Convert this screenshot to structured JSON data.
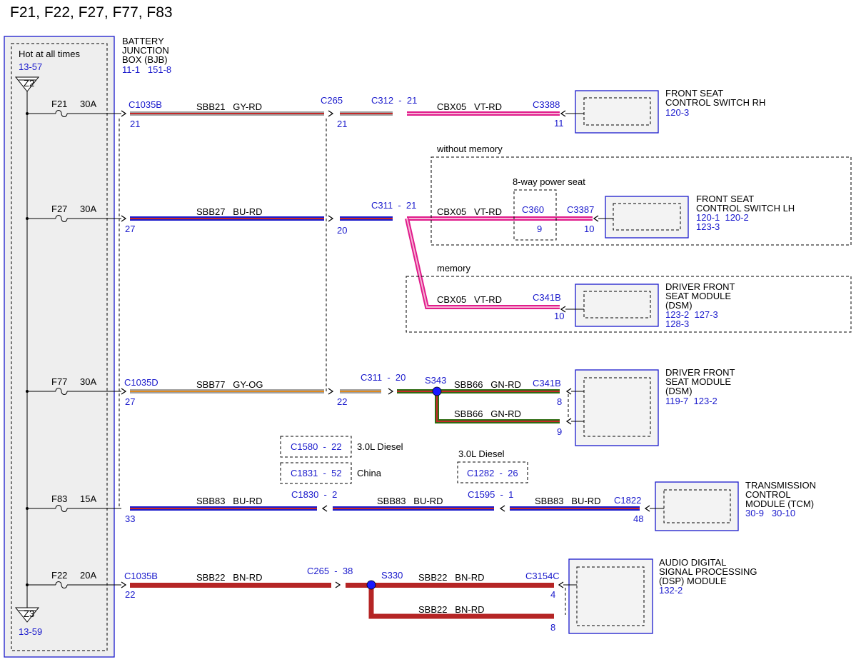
{
  "title": "F21, F22, F27, F77, F83",
  "bjb": {
    "hot": "Hot at all times",
    "hot_ref": "13-57",
    "z2": "Z2",
    "z3": "Z3",
    "z3_ref": "13-59",
    "name1": "BATTERY",
    "name2": "JUNCTION",
    "name3": "BOX (BJB)",
    "refs": "11-1   151-8"
  },
  "fuses": {
    "f21": {
      "name": "F21",
      "amp": "30A"
    },
    "f27": {
      "name": "F27",
      "amp": "30A"
    },
    "f77": {
      "name": "F77",
      "amp": "30A"
    },
    "f83": {
      "name": "F83",
      "amp": "15A"
    },
    "f22": {
      "name": "F22",
      "amp": "20A"
    }
  },
  "connectors": {
    "c1035b_top": "C1035B",
    "c1035b_top_pin": "21",
    "c265": "C265",
    "c265_pin": "21",
    "c312": "C312  -  21",
    "c3388": "C3388",
    "c3388_pin": "11",
    "pin27": "27",
    "c311_a": "C311  -  21",
    "pin20": "20",
    "c360": "C360",
    "c360_pin": "9",
    "c3387": "C3387",
    "c3387_pin": "10",
    "c341b_a": "C341B",
    "c341b_a_pin": "10",
    "c1035d": "C1035D",
    "c1035d_pin": "27",
    "c311_b": "C311  -  20",
    "pin22_mid": "22",
    "s343": "S343",
    "c341b_b": "C341B",
    "c341b_b_pin8": "8",
    "c341b_b_pin9": "9",
    "c1580": "C1580  -  22",
    "c1831": "C1831  -  52",
    "c1282": "C1282  -  26",
    "c1830": "C1830  -  2",
    "c1595": "C1595  -  1",
    "c1822": "C1822",
    "c1822_pin": "48",
    "pin33": "33",
    "c1035b_bot": "C1035B",
    "c1035b_bot_pin": "22",
    "c265_38": "C265  -  38",
    "s330": "S330",
    "c3154c": "C3154C",
    "c3154c_pin4": "4",
    "c3154c_pin8": "8"
  },
  "wires": {
    "sbb21": "SBB21   GY-RD",
    "cbx05_1": "CBX05   VT-RD",
    "sbb27": "SBB27   BU-RD",
    "cbx05_2": "CBX05   VT-RD",
    "cbx05_3": "CBX05   VT-RD",
    "sbb77": "SBB77   GY-OG",
    "sbb66_a": "SBB66   GN-RD",
    "sbb66_b": "SBB66   GN-RD",
    "sbb83_a": "SBB83   BU-RD",
    "sbb83_b": "SBB83   BU-RD",
    "sbb83_c": "SBB83   BU-RD",
    "sbb22_a": "SBB22   BN-RD",
    "sbb22_b": "SBB22   BN-RD",
    "sbb22_c": "SBB22   BN-RD"
  },
  "options": {
    "without_memory": "without memory",
    "eight_way": "8-way power seat",
    "memory": "memory",
    "diesel_30l": "3.0L Diesel",
    "china": "China",
    "diesel_30l_b": "3.0L Diesel"
  },
  "components": {
    "fscs_rh_1": "FRONT SEAT",
    "fscs_rh_2": "CONTROL SWITCH RH",
    "fscs_rh_ref": "120-3",
    "fscs_lh_1": "FRONT SEAT",
    "fscs_lh_2": "CONTROL SWITCH LH",
    "fscs_lh_ref1": "120-1  120-2",
    "fscs_lh_ref2": "123-3",
    "dsm_a_1": "DRIVER FRONT",
    "dsm_a_2": "SEAT MODULE",
    "dsm_a_3": "(DSM)",
    "dsm_a_ref1": "123-2  127-3",
    "dsm_a_ref2": "128-3",
    "dsm_b_1": "DRIVER FRONT",
    "dsm_b_2": "SEAT MODULE",
    "dsm_b_3": "(DSM)",
    "dsm_b_ref": "119-7  123-2",
    "tcm_1": "TRANSMISSION",
    "tcm_2": "CONTROL",
    "tcm_3": "MODULE (TCM)",
    "tcm_ref": "30-9   30-10",
    "dsp_1": "AUDIO DIGITAL",
    "dsp_2": "SIGNAL PROCESSING",
    "dsp_3": "(DSP) MODULE",
    "dsp_ref": "132-2"
  },
  "colors": {
    "blue": "#1a1acc",
    "gray": "#a0a0a0",
    "red": "#c62828",
    "violet": "#e01c8c",
    "orange": "#e08a1e",
    "green": "#2e6b12",
    "brown": "#b52525",
    "splice": "#1a1aff"
  }
}
